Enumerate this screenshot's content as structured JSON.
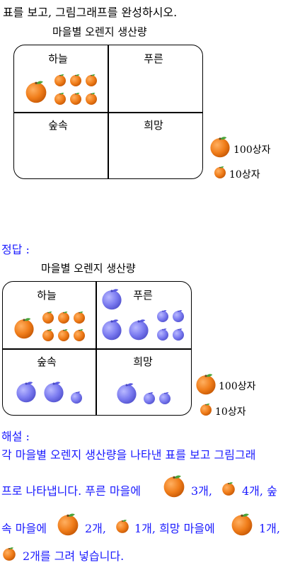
{
  "instruction": "표를 보고, 그림그래프를 완성하시오.",
  "graph_title": "마을별 오렌지 생산량",
  "villages": [
    "하늘",
    "푸른",
    "숲속",
    "희망"
  ],
  "legend": {
    "big": "100상자",
    "small": "10상자"
  },
  "answer_heading": "정답 :",
  "explanation_heading": "해설 :",
  "explanation": {
    "line1": "각 마을별 오렌지 생산량을 나타낸 표를 보고 그림그래",
    "line2_a": "프로 나타냅니다. 푸른 마을에",
    "line2_b": "3개,",
    "line2_c": "4개, 숲",
    "line3_a": "속 마을에",
    "line3_b": "2개,",
    "line3_c": "1개, 희망 마을에",
    "line3_d": "1개,",
    "line4_b": "2개를 그려 넣습니다."
  },
  "colors": {
    "orange": "#f07d1a",
    "blue_fruit": "#7b7bf0",
    "leaf": "#4aa33a",
    "accent_text": "#1a1aff"
  }
}
